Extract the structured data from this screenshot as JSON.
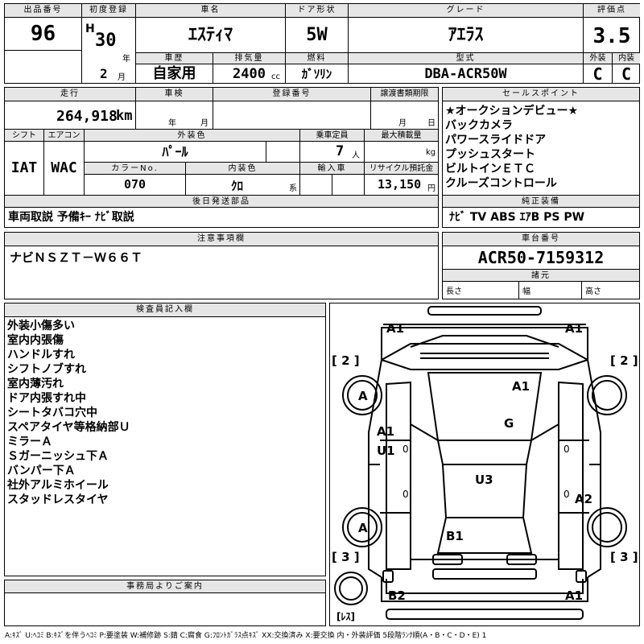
{
  "header": {
    "lot_no_label": "出品番号",
    "lot_no": "96",
    "first_reg_label": "初度登録",
    "era": "H",
    "year": "30",
    "year_unit": "年",
    "month": "2",
    "month_unit": "月",
    "car_name_label": "車名",
    "car_name": "ｴｽﾃｨﾏ",
    "door_label": "ドア形状",
    "door": "5W",
    "grade_label": "グレード",
    "grade": "ｱｴﾗｽ",
    "score_label": "評価点",
    "score": "3.5",
    "history_label": "車歴",
    "history": "自家用",
    "displacement_label": "排気量",
    "displacement": "2400",
    "displacement_unit": "cc",
    "fuel_label": "燃料",
    "fuel": "ｶﾞｿﾘﾝ",
    "model_label": "型式",
    "model": "DBA-ACR50W",
    "exterior_label": "外装",
    "exterior_grade": "C",
    "interior_label": "内装",
    "interior_grade": "C"
  },
  "row2": {
    "mileage_label": "走行",
    "mileage": "264,918",
    "mileage_unit": "km",
    "inspection_label": "車検",
    "insp_year_unit": "年",
    "insp_month_unit": "月",
    "reg_no_label": "登録番号",
    "transfer_label": "譲渡書類期限",
    "transfer_month_unit": "月",
    "transfer_day_unit": "日",
    "shift_label": "シフト",
    "shift": "IAT",
    "ac_label": "エアコン",
    "ac": "WAC",
    "color_label": "外装色",
    "color": "ﾊﾟｰﾙ",
    "capacity_label": "乗車定員",
    "capacity": "7",
    "capacity_unit": "人",
    "payload_label": "最大積載量",
    "payload_unit": "kg",
    "color_no_label": "カラーNo.",
    "color_no": "070",
    "interior_color_label": "内装色",
    "interior_color": "ｸﾛ",
    "interior_color_unit": "系",
    "import_label": "輸入車",
    "recycle_label": "リサイクル預託金",
    "recycle": "13,150",
    "recycle_unit": "円"
  },
  "sales_points": {
    "label": "セールスポイント",
    "items": [
      "★オークションデビュー★",
      "バックカメラ",
      "パワースライドドア",
      "プッシュスタート",
      "ビルトインＥＴＣ",
      "クルーズコントロール"
    ]
  },
  "later_parts": {
    "label": "後日発送部品",
    "value": "車両取説 予備ｷｰ ﾅﾋﾞ取説"
  },
  "equipment": {
    "label": "純正装備",
    "value": "ﾅﾋﾞ TV ABS ｴｱB PS PW"
  },
  "notes": {
    "label": "注意事項欄",
    "value": "ナビＮＳＺＴ－Ｗ６６Ｔ"
  },
  "chassis": {
    "label": "車台番号",
    "value": "ACR50-7159312",
    "specs_label": "諸元",
    "length_label": "長さ",
    "width_label": "幅",
    "height_label": "高さ"
  },
  "inspector": {
    "label": "検査員記入欄",
    "lines": [
      "外装小傷多い",
      "室内内張傷",
      "ハンドルすれ",
      "シフトノブすれ",
      "室内薄汚れ",
      "ドア内張すれ中",
      "シートタバコ穴中",
      "スペアタイヤ等格納部Ｕ",
      "ミラーＡ",
      "Ｓガーニッシュ下Ａ",
      "バンパー下Ａ",
      "社外アルミホイール",
      "スタッドレスタイヤ"
    ]
  },
  "office": {
    "label": "事務局よりご案内"
  },
  "diagram": {
    "labels": {
      "front_left": "A1",
      "front_right": "A1",
      "bracket_tl": "[ 2 ]",
      "bracket_tr": "[ 2 ]",
      "bracket_bl": "[ 3 ]",
      "bracket_br": "[ 3 ]",
      "wheel_fl": "A",
      "wheel_rl": "A",
      "hood": "A1",
      "windshield": "G",
      "left_front_door": "A1",
      "left_front_door2": "U1",
      "roof": "U3",
      "right_rear": "A2",
      "rear_glass": "B1",
      "rear_left": "B2",
      "rear_right": "A1",
      "spare": "[ﾚｽ]",
      "zero_l1": "0",
      "zero_l2": "0",
      "zero_r1": "0",
      "zero_r2": "0"
    }
  },
  "footer": {
    "legend": "A:ｷｽﾞ U:ﾍｺﾐ B:ｷｽﾞを伴うﾍｺﾐ P:要塗装 W:補修跡 S:錆 C:腐食 G:ﾌﾛﾝﾄｶﾞﾗｽ点ｷｽﾞ XX:交換済み X:要交換 内・外装評価 5段階ﾗﾝｸ順(A・B・C・D・E) 1"
  }
}
